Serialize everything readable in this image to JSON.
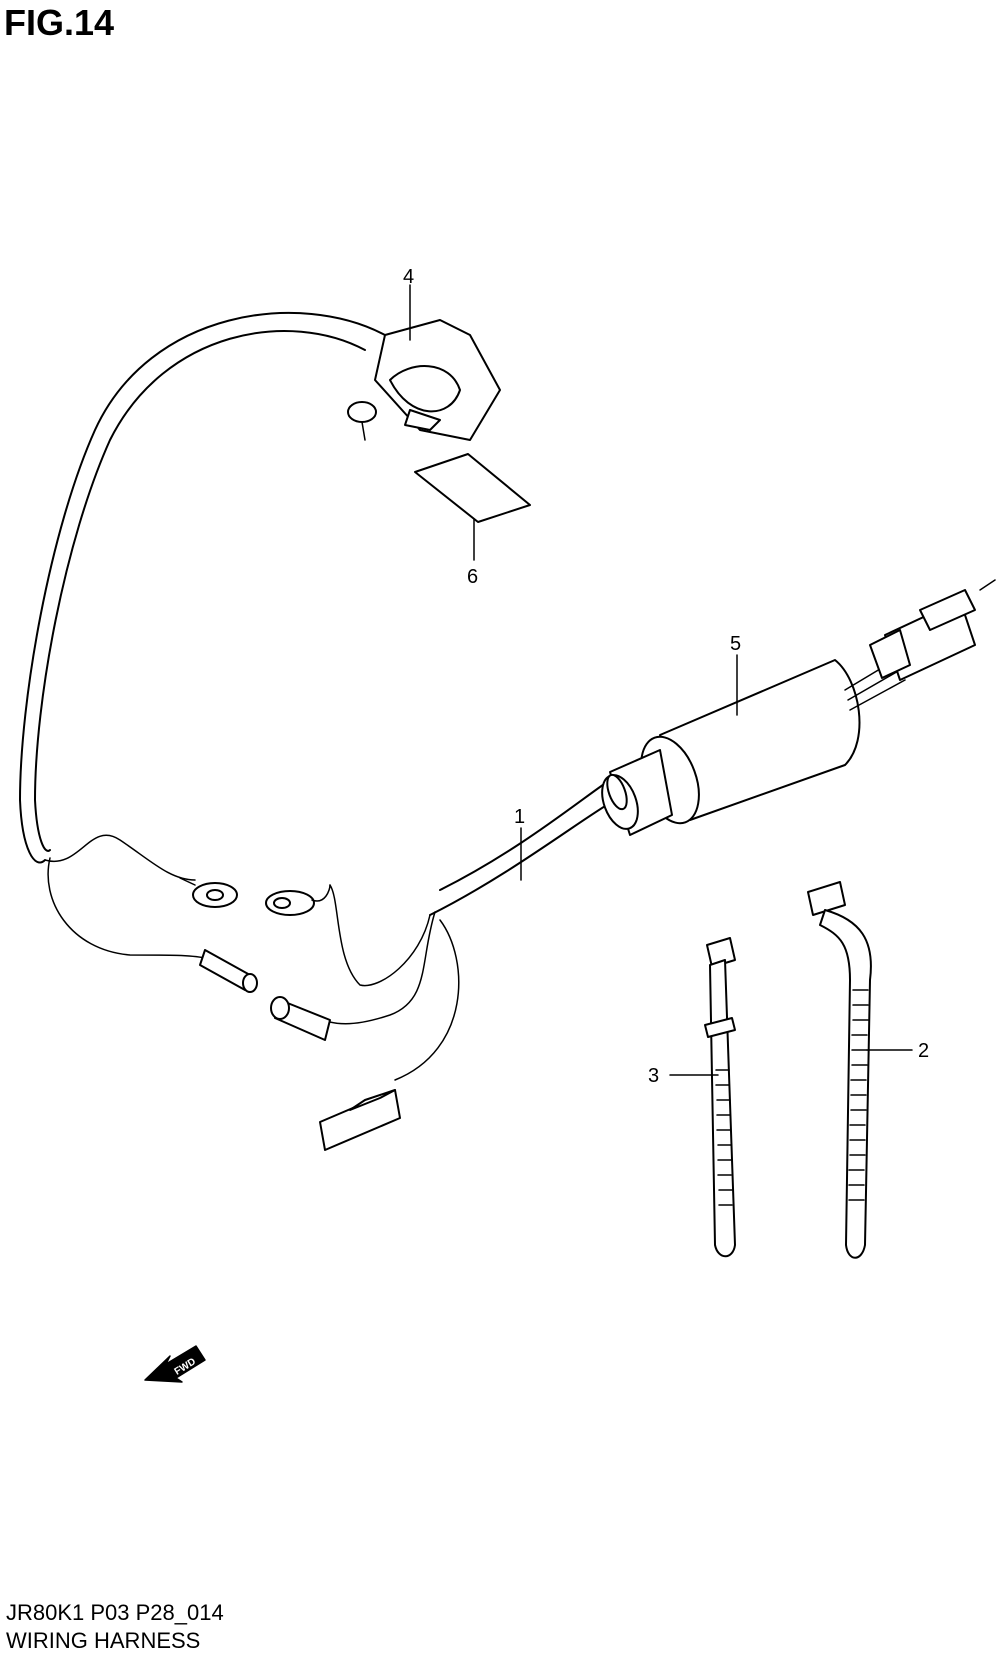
{
  "figure": {
    "title": "FIG.14",
    "code": "JR80K1 P03 P28_014",
    "name": "WIRING HARNESS"
  },
  "callouts": {
    "part_1": "1",
    "part_2": "2",
    "part_3": "3",
    "part_4": "4",
    "part_5": "5",
    "part_6": "6"
  },
  "fwd_label": "FWD"
}
